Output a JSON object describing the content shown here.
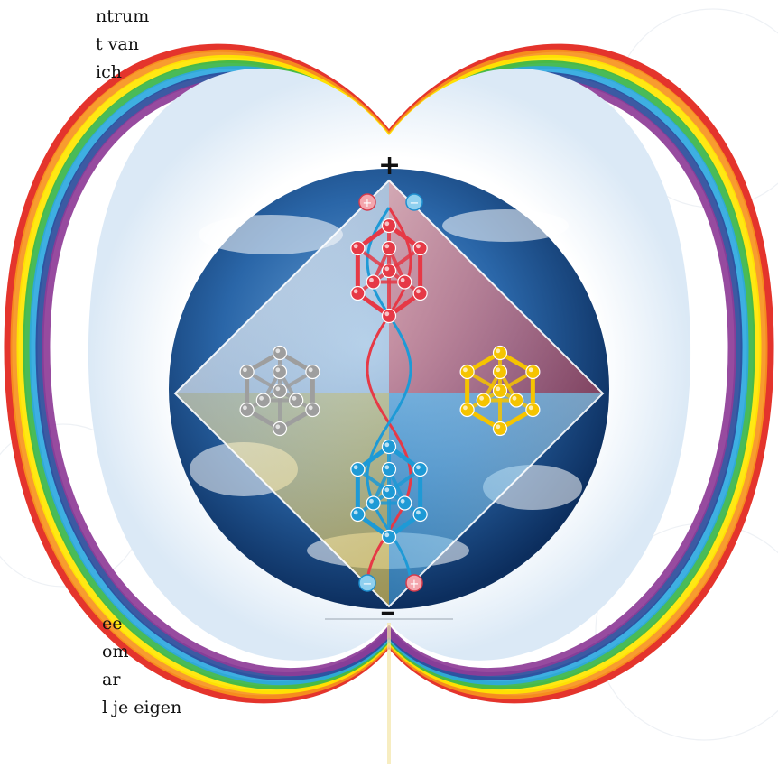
{
  "text_top": [
    "ntrum",
    "t van",
    "ich"
  ],
  "text_bottom": [
    "ee",
    "om",
    "ar",
    "l je eigen"
  ],
  "signs": {
    "plus": "+",
    "minus": "–"
  },
  "charge_markers": {
    "top_left": "+",
    "top_right": "−",
    "bottom_left": "−",
    "bottom_right": "+"
  },
  "colors": {
    "rainbow": [
      "#e2231a",
      "#f7941d",
      "#ffe600",
      "#39b54a",
      "#2ea8df",
      "#2b4c9b",
      "#8e3c97"
    ],
    "red_lattice": "#e63946",
    "blue_lattice": "#1e9ad6",
    "gray_lattice": "#9e9e9e",
    "yellow_lattice": "#f5c400",
    "earth_ocean": "#1c4f8c"
  }
}
